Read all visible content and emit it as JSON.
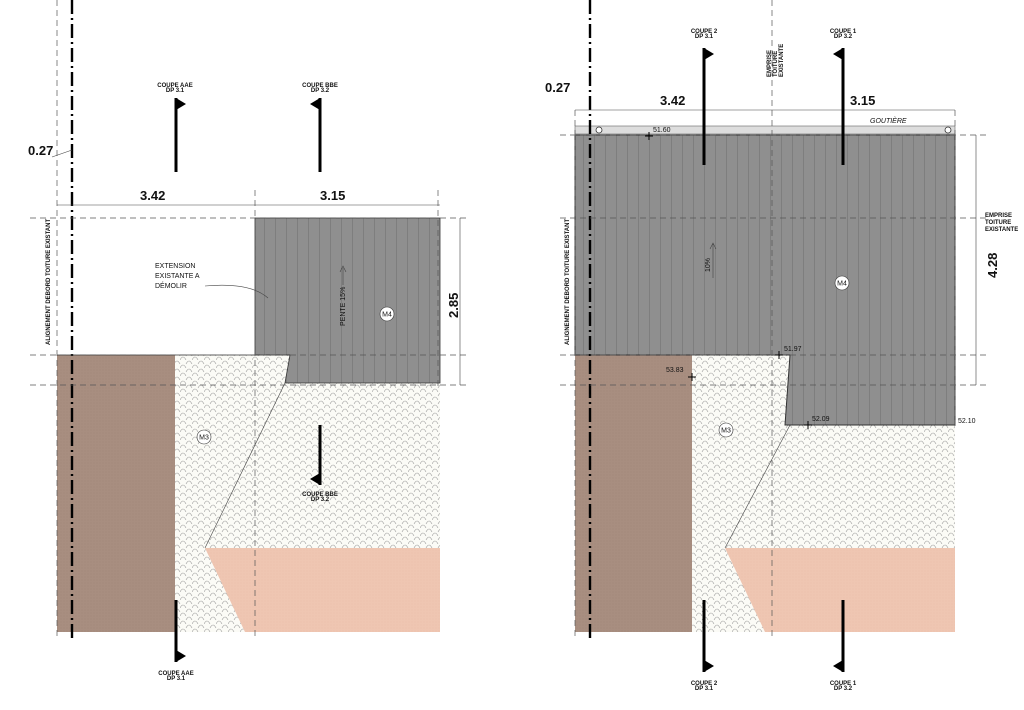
{
  "colors": {
    "roof_gray": "#8f8f8f",
    "brown": "#a88e80",
    "salmon": "#efc6b2",
    "tile_bg": "#fbfbf6"
  },
  "left": {
    "dim_overhang": "0.27",
    "dim_width_a": "3.42",
    "dim_width_b": "3.15",
    "dim_height": "2.85",
    "extension_note": [
      "EXTENSION",
      "EXISTANTE A",
      "DÉMOLIR"
    ],
    "slope": "PENTE 15%",
    "roof_tag": "M4",
    "tile_tag": "M3",
    "alignment_note": "ALIGNEMENT DEBORD TOITURE EXISTANT",
    "section_top_a": [
      "COUPE AAE",
      "DP 3.1"
    ],
    "section_top_b": [
      "COUPE BBE",
      "DP 3.2"
    ],
    "section_mid_b": [
      "COUPE BBE",
      "DP 3.2"
    ],
    "section_bottom_a": [
      "COUPE AAE",
      "DP 3.1"
    ]
  },
  "right": {
    "dim_overhang": "0.27",
    "dim_width_a": "3.42",
    "dim_width_b": "3.15",
    "dim_height": "4.28",
    "gutter": "GOUTIÈRE",
    "emprise_vertical": [
      "EMPRISE",
      "TOITURE",
      "EXISTANTE"
    ],
    "emprise_side": [
      "EMPRISE",
      "TOITURE",
      "EXISTANTE"
    ],
    "slope": "10%",
    "roof_tag": "M4",
    "tile_tag": "M3",
    "alignment_note": "ALIGNEMENT DEBORD TOITURE EXISTANT",
    "levels": {
      "l1": "51.60",
      "l2": "51.97",
      "l3": "53.83",
      "l4": "52.09",
      "l5": "52.10"
    },
    "section_top_2": [
      "COUPE 2",
      "DP 3.1"
    ],
    "section_top_1": [
      "COUPE 1",
      "DP 3.2"
    ],
    "section_bottom_2": [
      "COUPE 2",
      "DP 3.1"
    ],
    "section_bottom_1": [
      "COUPE 1",
      "DP 3.2"
    ]
  }
}
